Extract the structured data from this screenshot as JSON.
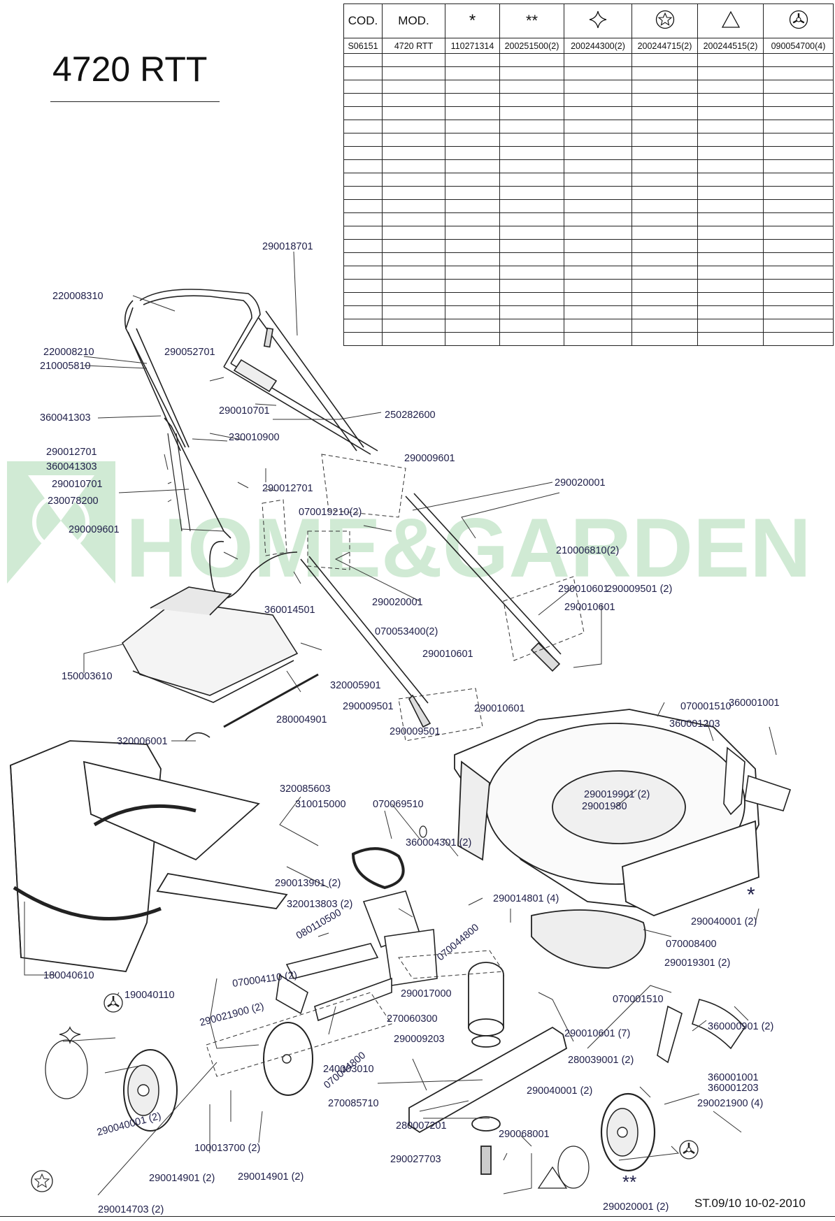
{
  "model_title": "4720 RTT",
  "table": {
    "headers": [
      "COD.",
      "MOD.",
      "*",
      "**",
      "star4-icon",
      "star-circle-icon",
      "triangle-icon",
      "hub-circle-icon"
    ],
    "row": [
      "S06151",
      "4720 RTT",
      "110271314",
      "200251500(2)",
      "200244300(2)",
      "200244715(2)",
      "200244515(2)",
      "090054700(4)"
    ],
    "empty_rows": 22
  },
  "watermark": "HOME&GARDEN",
  "footer": "ST.09/10  10-02-2010",
  "labels": [
    "290018701",
    "220008310",
    "220008210",
    "210005810",
    "290052701",
    "290010701",
    "250282600",
    "360041303",
    "230010900",
    "290012701",
    "290009601",
    "360041303",
    "290010701",
    "230078200",
    "290012701",
    "290020001",
    "070019210(2)",
    "290009601",
    "210006810(2)",
    "290010601",
    "290009501 (2)",
    "360014501",
    "290020001",
    "290010601",
    "070053400(2)",
    "150003610",
    "290010601",
    "320005901",
    "290009501",
    "290010601",
    "280004901",
    "290009501",
    "070001510",
    "360001001",
    "360001203",
    "320006001",
    "320085603",
    "310015000",
    "070069510",
    "290019901 (2)",
    "29001980",
    "360004301 (2)",
    "290013901 (2)",
    "290014801 (4)",
    "320013803 (2)",
    "290040001 (2)",
    "070008400",
    "080110500",
    "070044800",
    "290019301 (2)",
    "180040610",
    "190040110",
    "070004110 (2)",
    "070001510",
    "270060300",
    "290017000",
    "290021900 (2)",
    "360000901 (2)",
    "290009203",
    "240003010",
    "290010601 (7)",
    "280039001 (2)",
    "360001001",
    "360001203",
    "070044800",
    "270085710",
    "290021900 (4)",
    "290040001 (2)",
    "290040001 (2)",
    "280007201",
    "290068001",
    "100013700 (2)",
    "290014901 (2)",
    "290014901 (2)",
    "290027703",
    "290020001 (2)",
    "290014703 (2)"
  ],
  "symbols": {
    "single_star": "*",
    "double_star": "**"
  }
}
